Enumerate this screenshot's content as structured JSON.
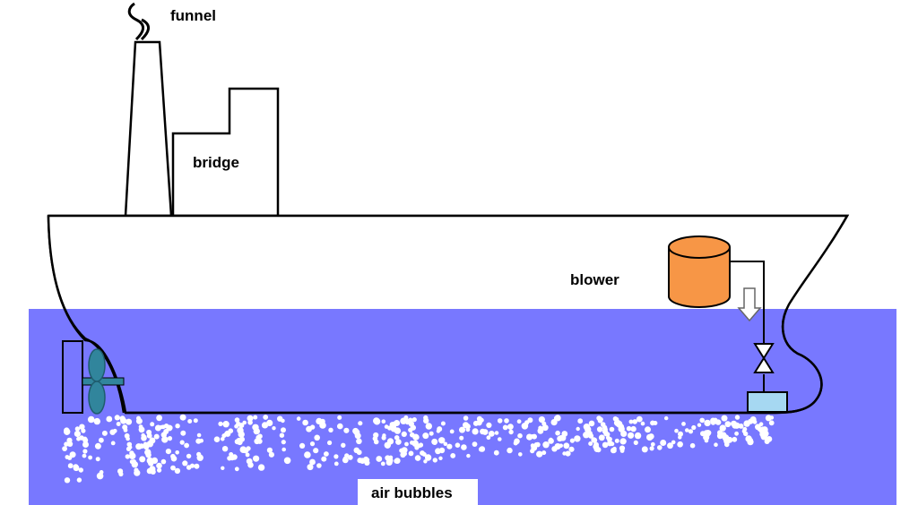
{
  "labels": {
    "funnel": "funnel",
    "bridge": "bridge",
    "blower": "blower",
    "air_bubbles": "air bubbles"
  },
  "colors": {
    "sea": "#7878ff",
    "hull_fill": "#ffffff",
    "outline": "#000000",
    "blower_tank": "#f79646",
    "propeller": "#31859c",
    "air_outlet": "#a6d8f2",
    "bubble": "#ffffff"
  }
}
